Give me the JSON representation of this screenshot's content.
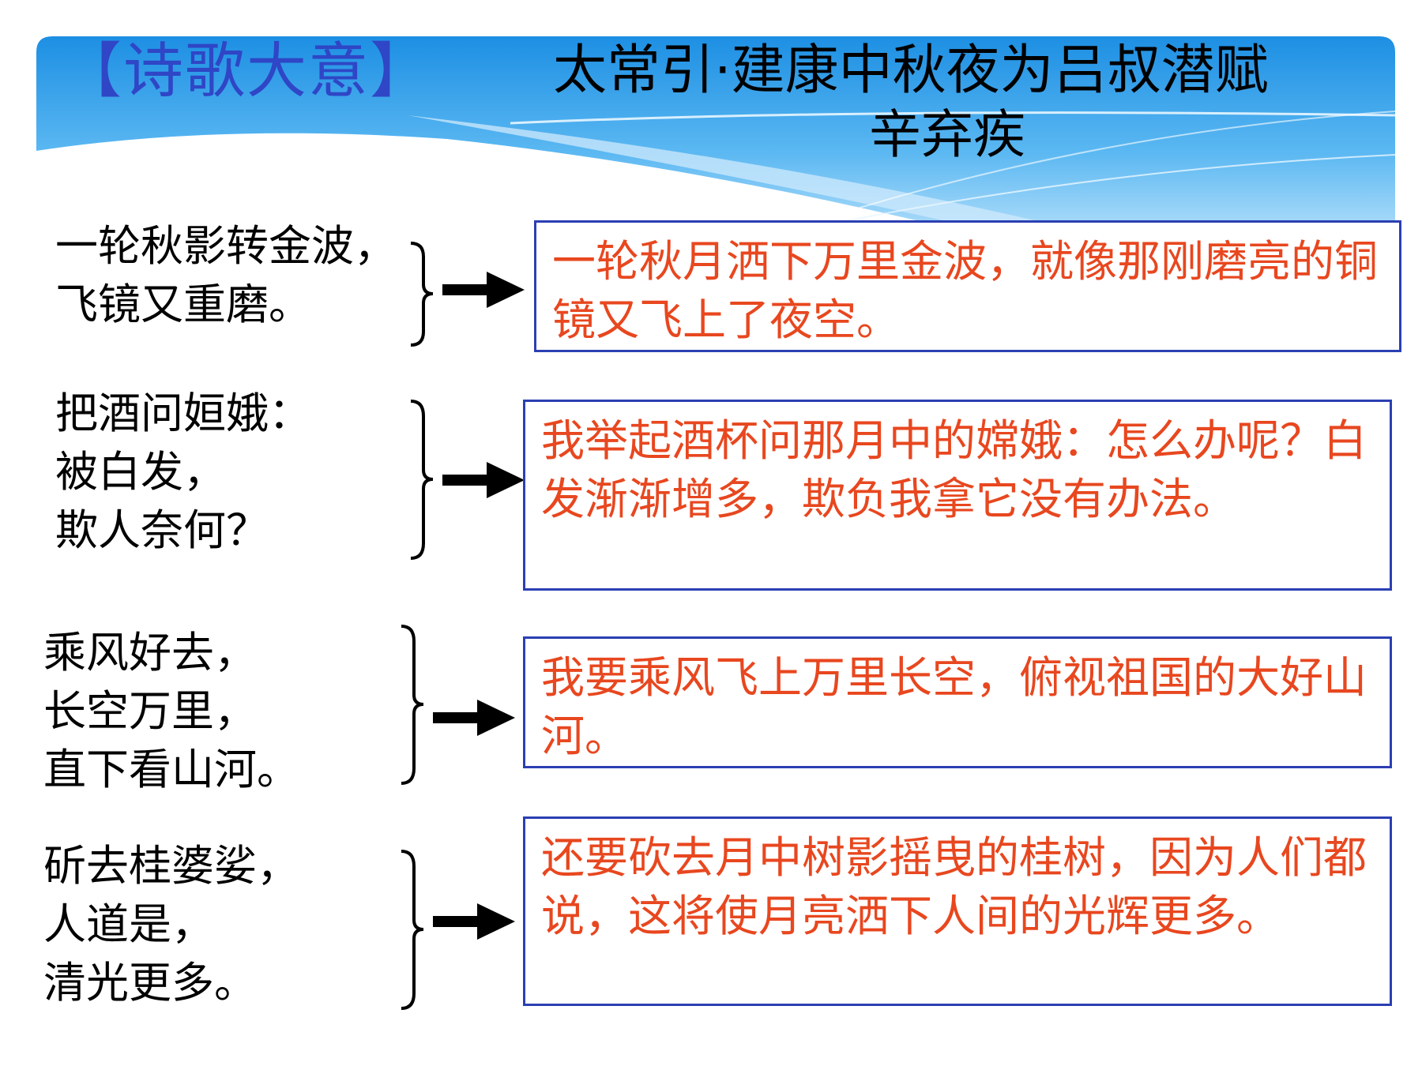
{
  "header": {
    "tag": "【诗歌大意】",
    "title": "太常引·建康中秋夜为吕叔潜赋",
    "author": "辛弃疾"
  },
  "sections": [
    {
      "poem_lines": [
        "一轮秋影转金波，",
        "飞镜又重磨。"
      ],
      "meaning": "一轮秋月洒下万里金波，就像那刚磨亮的铜镜又飞上了夜空。"
    },
    {
      "poem_lines": [
        "把酒问姮娥：",
        "被白发，",
        "欺人奈何？"
      ],
      "meaning": "我举起酒杯问那月中的嫦娥：怎么办呢？白发渐渐增多，欺负我拿它没有办法。"
    },
    {
      "poem_lines": [
        "乘风好去，",
        "长空万里，",
        "直下看山河。"
      ],
      "meaning": "我要乘风飞上万里长空，俯视祖国的大好山河。"
    },
    {
      "poem_lines": [
        "斫去桂婆娑，",
        "人道是，",
        "清光更多。"
      ],
      "meaning": "还要砍去月中树影摇曳的桂树，因为人们都说，这将使月亮洒下人间的光辉更多。"
    }
  ],
  "colors": {
    "tag": "#2f46c6",
    "meaning_text": "#e8471f",
    "box_border": "#2b3fb3",
    "banner": "#2a9de8"
  }
}
